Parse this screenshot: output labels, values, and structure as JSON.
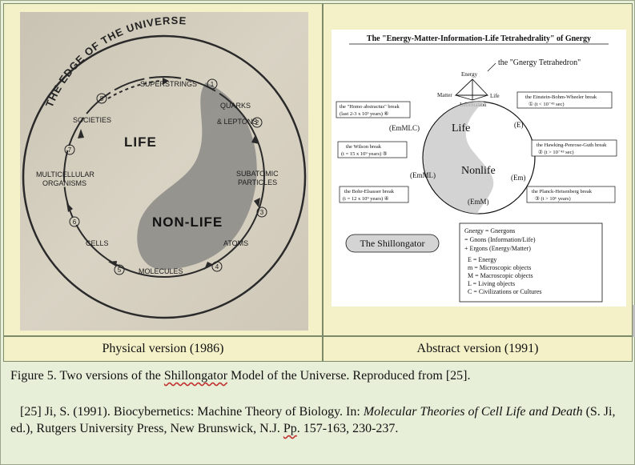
{
  "physical": {
    "title_arc": "THE EDGE OF THE UNIVERSE",
    "life": "LIFE",
    "nonlife": "NON-LIFE",
    "nodes": {
      "superstrings": "SUPERSTRINGS",
      "quarks": "QUARKS",
      "leptons": "& LEPTONS",
      "subatomic1": "SUBATOMIC",
      "subatomic2": "PARTICLES",
      "atoms": "ATOMS",
      "molecules": "MOLECULES",
      "cells": "CELLS",
      "multi1": "MULTICELLULAR",
      "multi2": "ORGANISMS",
      "societies": "SOCIETIES"
    },
    "numbers": [
      "1",
      "2",
      "3",
      "4",
      "5",
      "6",
      "7",
      "8"
    ]
  },
  "abstract": {
    "title": "The \"Energy-Matter-Information-Life Tetrahedrality\" of Gnergy",
    "tetra_label": "the \"Gnergy Tetrahedron\"",
    "energy": "Energy",
    "matter": "Matter",
    "information": "Information",
    "life_small": "Life",
    "life": "Life",
    "nonlife": "Nonlife",
    "labels": {
      "E": "(E)",
      "Em": "(Em)",
      "EmM": "(EmM)",
      "EmML": "(EmML)",
      "EmMLC": "(EmMLC)"
    },
    "breaks": {
      "ebw1": "the Einstein-Bohm-Wheeler break",
      "ebw2": "① (t < 10⁻⁴³ sec)",
      "hpg1": "the Hawking-Penrose-Guth break",
      "hpg2": "② (t > 10⁻⁴³ sec)",
      "ph1": "the Planck-Heisenberg break",
      "ph2": "③ (t > 10⁶ years)",
      "be1": "the Bohr-Elsasser break",
      "be2": "(t = 12 x 10⁹ years) ④",
      "w1": "the Wilson break",
      "w2": "(t = 15 x 10⁹ years) ⑤",
      "ha1": "the \"Homo abstractus\" break",
      "ha2": "(last 2-3 x 10³ years) ⑥"
    },
    "shillongator": "The Shillongator",
    "legend": [
      "Gnergy  =  Gnergons",
      "            =  Gnons (Information/Life)",
      "            +  Ergons (Energy/Matter)",
      "E   =  Energy",
      "m   =  Microscopic objects",
      "M   =  Macroscopic objects",
      "L    =  Living objects",
      "C    =  Civilizations or Cultures"
    ]
  },
  "captions": {
    "left": "Physical version (1986)",
    "right": "Abstract version (1991)"
  },
  "figure": {
    "pre": "Figure 5.  Two versions of the ",
    "name": "Shillongator",
    "post": " Model of the Universe.  Reproduced from [25]."
  },
  "reference": {
    "part1": "[25] Ji, S. (1991).  Biocybernetics: Machine Theory of Biology.  In: ",
    "italic": "Molecular Theories of Cell Life and Death",
    "part2": " (S. Ji, ed.), Rutgers University Press, New Brunswick, N.J. ",
    "pp": "Pp",
    "part3": ". 157-163, 230-237."
  }
}
